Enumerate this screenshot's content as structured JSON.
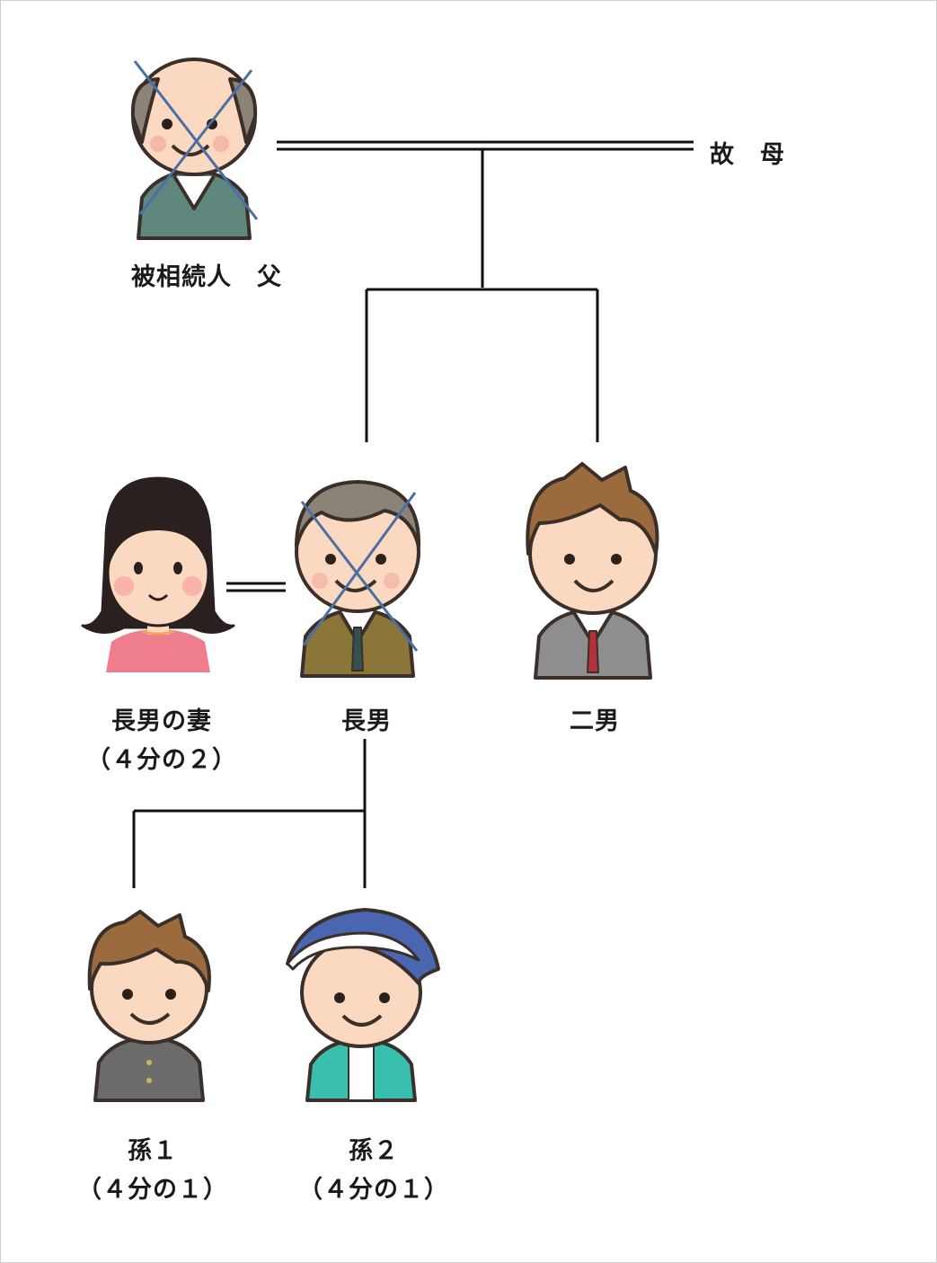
{
  "people": {
    "father": {
      "label": "被相続人　父",
      "deceased": true
    },
    "mother": {
      "label": "故　母"
    },
    "eldest_son": {
      "label": "長男",
      "deceased": true
    },
    "second_son": {
      "label": "二男"
    },
    "eldest_son_wife": {
      "label": "長男の妻",
      "share": "（４分の２）"
    },
    "grandchild1": {
      "label": "孫１",
      "share": "（４分の１）"
    },
    "grandchild2": {
      "label": "孫２",
      "share": "（４分の１）"
    }
  },
  "colors": {
    "line": "#111111",
    "cross": "#4a6fa5",
    "outline": "#3b2f2a",
    "skin": "#fbd9c0",
    "hair_brown": "#9b6a3d",
    "hair_gray": "#8c8378",
    "hair_black": "#2a2020",
    "father_sweater": "#5f877e",
    "eldest_jacket": "#8a7638",
    "second_suit": "#8e8e8e",
    "tie_red": "#b3323a",
    "wife_top": "#ee7d8d",
    "gakuran": "#6b6b6b",
    "teal_jacket": "#39bfae",
    "cap_blue": "#4a66b0"
  }
}
